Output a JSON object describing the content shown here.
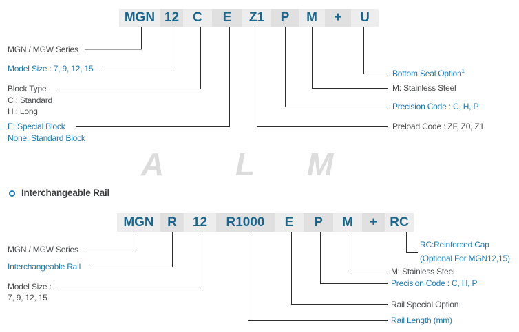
{
  "colors": {
    "code_text_blue": "#19678f",
    "label_blue": "#1b7ab3",
    "label_dark": "#494b4d",
    "box_light": "#ededed",
    "box_dark": "#e0e0e0",
    "connector_dark": "#2e2e2e",
    "connector_gray": "#a3a3a3",
    "watermark_gray": "#dcdcdc",
    "bullet_blue": "#1b7ab3"
  },
  "top_diagram": {
    "code": [
      "MGN",
      "12",
      "C",
      "E",
      "Z1",
      "P",
      "M",
      "+",
      "U"
    ],
    "left_labels": {
      "series": "MGN / MGW Series",
      "model_size": "Model Size : 7, 9, 12, 15",
      "block_type": "Block Type",
      "block_c": "C : Standard",
      "block_h": "H : Long",
      "e_special": "E: Special Block",
      "none_standard": "None: Standard Block"
    },
    "right_labels": {
      "bottom_seal": "Bottom Seal Option",
      "bottom_seal_sup": "1",
      "stainless": "M: Stainless Steel",
      "precision": "Precision Code : C, H, P",
      "preload": "Preload Code : ZF, Z0, Z1"
    }
  },
  "watermark": {
    "a": "A",
    "l": "L",
    "m": "M"
  },
  "rail_section": {
    "heading": "Interchangeable Rail",
    "code": [
      "MGN",
      "R",
      "12",
      "R1000",
      "E",
      "P",
      "M",
      "+",
      "RC"
    ],
    "left_labels": {
      "series": "MGN / MGW Series",
      "interchangeable": "Interchangeable Rail",
      "model_size": "Model Size :",
      "sizes": "7, 9, 12, 15"
    },
    "right_labels": {
      "rc_line1": "RC:Reinforced Cap",
      "rc_line2": "(Optional For MGN12,15)",
      "stainless": "M: Stainless Steel",
      "precision": "Precision Code : C, H, P",
      "rail_special": "Rail Special Option",
      "rail_length": "Rail Length (mm)"
    }
  }
}
